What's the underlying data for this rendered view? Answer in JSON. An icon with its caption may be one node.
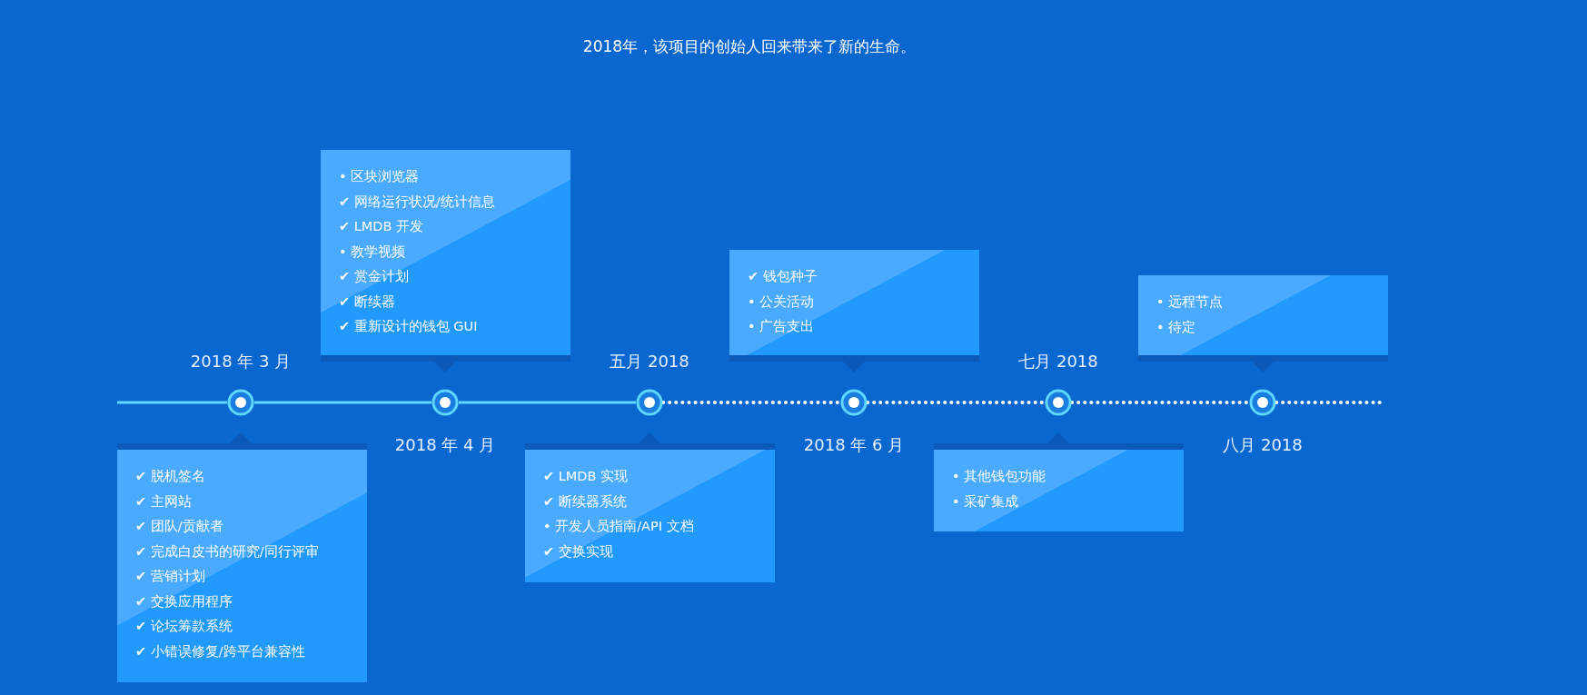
{
  "diagram": {
    "nodes": [
      {
        "text": [],
        "shape": "circle",
        "beside": [
          "2018 年 3 月"
        ]
      },
      {
        "text": [],
        "shape": "circle",
        "beside": [
          "2018 年 4 月"
        ]
      },
      {
        "text": [],
        "shape": "circle",
        "beside": [
          "五月 2018"
        ]
      },
      {
        "text": [],
        "shape": "circle",
        "beside": [
          "2018 年 6 月"
        ]
      },
      {
        "text": [],
        "shape": "circle",
        "beside": [
          "七月 2018"
        ]
      },
      {
        "text": [],
        "shape": "circle",
        "beside": [
          "八月 2018"
        ]
      },
      {
        "text": [
          "✔ 脱机签名",
          "✔ 主网站",
          "✔ 团队/贡献者",
          "✔ 完成白皮书的研究/同行评审",
          "✔ 营销计划",
          "✔ 交换应用程序",
          "✔ 论坛筹款系统",
          "✔ 小错误修复/跨平台兼容性"
        ]
      },
      {
        "text": [
          "• 区块浏览器",
          "✔ 网络运行状况/统计信息",
          "✔ LMDB 开发",
          "• 教学视频",
          "✔ 赏金计划",
          "✔ 断续器",
          "✔ 重新设计的钱包 GUI"
        ]
      },
      {
        "text": [
          "✔ LMDB 实现",
          "✔ 断续器系统",
          "• 开发人员指南/API 文档",
          "✔ 交换实现"
        ]
      },
      {
        "text": [
          "✔ 钱包种子",
          "• 公关活动",
          "• 广告支出"
        ]
      },
      {
        "text": [
          "• 其他钱包功能",
          "• 采矿集成"
        ]
      },
      {
        "text": [
          "• 远程节点",
          "• 待定"
        ]
      }
    ],
    "edges": [
      {
        "from": null,
        "to": 0,
        "arrow": "none",
        "color": "#5fd7ff"
      },
      {
        "from": 0,
        "to": 1,
        "arrow": "none",
        "color": "#5fd7ff"
      },
      {
        "from": 1,
        "to": 2,
        "arrow": "none",
        "color": "#5fd7ff"
      },
      {
        "from": 2,
        "to": 3,
        "arrow": "none",
        "style": "dashed"
      },
      {
        "from": 3,
        "to": 4,
        "arrow": "none",
        "style": "dashed"
      },
      {
        "from": 4,
        "to": 5,
        "arrow": "none",
        "style": "dashed"
      },
      {
        "from": 5,
        "to": null,
        "arrow": "none",
        "style": "dashed"
      }
    ],
    "labels": [
      "2018年，该项目的创始人回来带来了新的生命。"
    ]
  }
}
